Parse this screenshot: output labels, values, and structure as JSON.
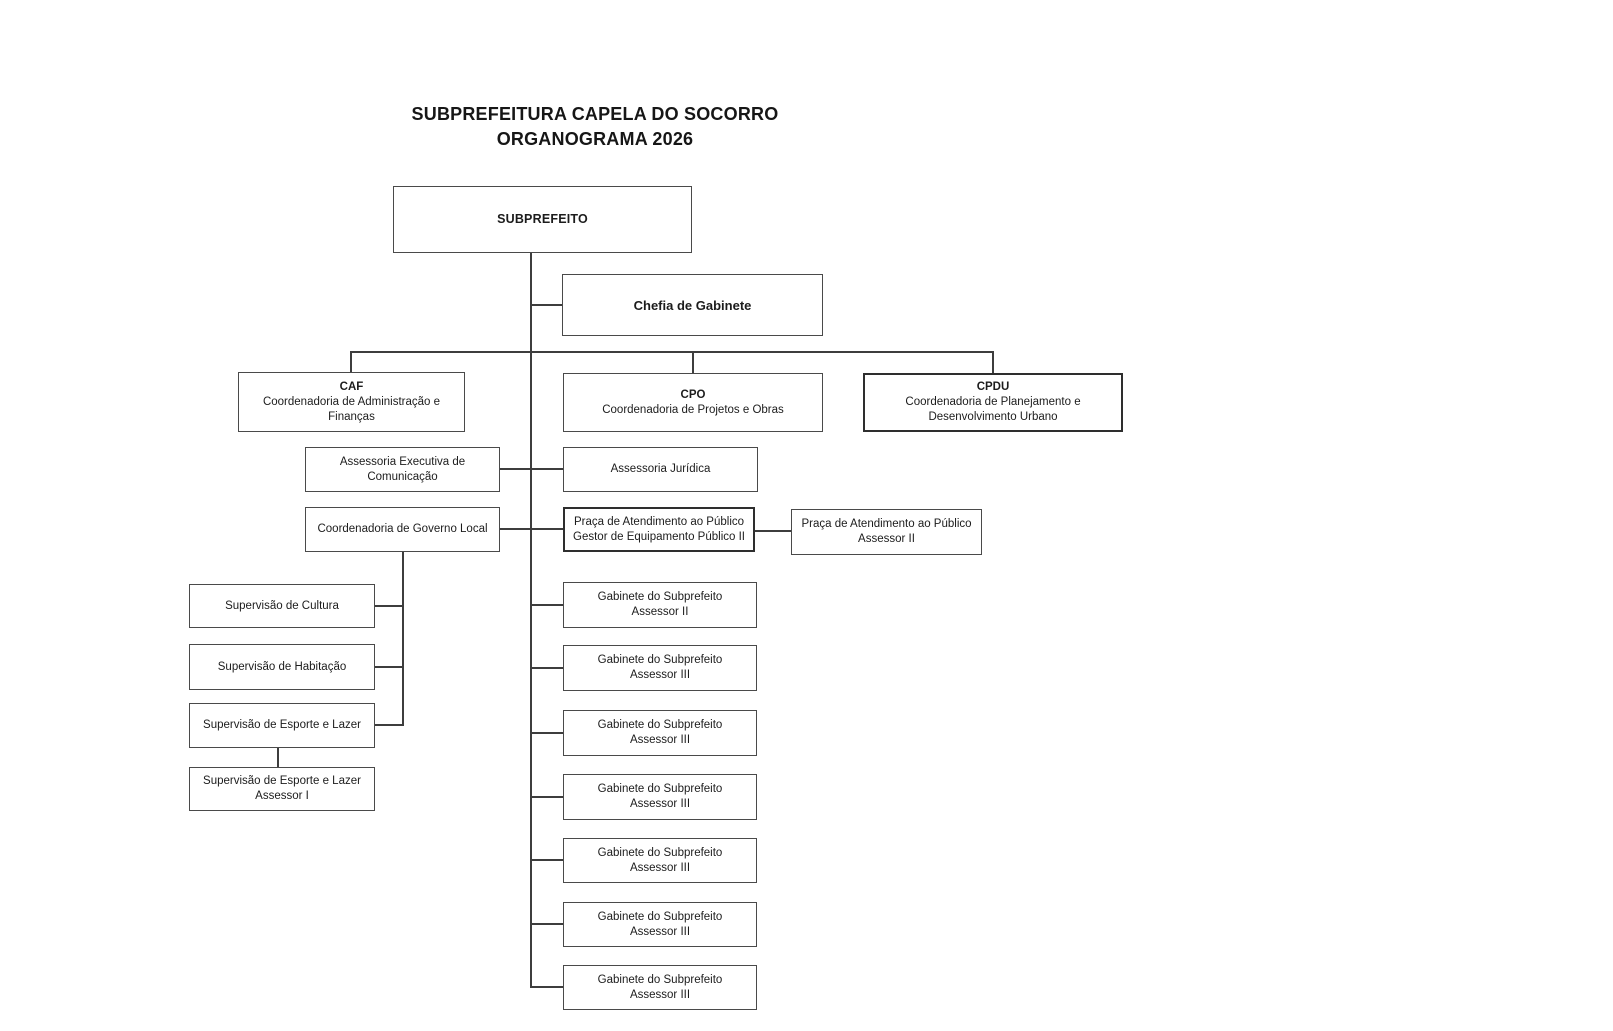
{
  "title": {
    "line1": "SUBPREFEITURA CAPELA DO SOCORRO",
    "line2": "ORGANOGRAMA 2026"
  },
  "colors": {
    "background": "#ffffff",
    "box_border": "#4a4a4a",
    "box_border_heavy": "#2e2e2e",
    "connector_line": "#3d3d3d",
    "text": "#1c1c1c"
  },
  "nodes": {
    "subprefeito": {
      "line1": "SUBPREFEITO"
    },
    "chefia": {
      "line1": "Chefia de Gabinete"
    },
    "caf": {
      "line1": "CAF",
      "line2": "Coordenadoria de Administração e Finanças"
    },
    "cpo": {
      "line1": "CPO",
      "line2": "Coordenadoria de Projetos e Obras"
    },
    "cpdu": {
      "line1": "CPDU",
      "line2": "Coordenadoria de Planejamento e",
      "line3": "Desenvolvimento Urbano"
    },
    "assessoria_comunicacao": {
      "line1": "Assessoria Executiva de",
      "line2": "Comunicação"
    },
    "assessoria_juridica": {
      "line1": "Assessoria Jurídica"
    },
    "governo_local": {
      "line1": "Coordenadoria de Governo Local"
    },
    "praca_gestor": {
      "line1": "Praça de Atendimento ao Público",
      "line2": "Gestor de Equipamento Público II"
    },
    "praca_assessor": {
      "line1": "Praça de Atendimento ao Público",
      "line2": "Assessor II"
    },
    "sup_cultura": {
      "line1": "Supervisão de Cultura"
    },
    "sup_habitacao": {
      "line1": "Supervisão de Habitação"
    },
    "sup_esporte": {
      "line1": "Supervisão de Esporte e Lazer"
    },
    "sup_esporte_assessor": {
      "line1": "Supervisão de Esporte e Lazer",
      "line2": "Assessor I"
    },
    "gabinete": [
      {
        "line1": "Gabinete do Subprefeito",
        "line2": "Assessor II"
      },
      {
        "line1": "Gabinete do Subprefeito",
        "line2": "Assessor III"
      },
      {
        "line1": "Gabinete do Subprefeito",
        "line2": "Assessor III"
      },
      {
        "line1": "Gabinete do Subprefeito",
        "line2": "Assessor III"
      },
      {
        "line1": "Gabinete do Subprefeito",
        "line2": "Assessor III"
      },
      {
        "line1": "Gabinete do Subprefeito",
        "line2": "Assessor III"
      },
      {
        "line1": "Gabinete do Subprefeito",
        "line2": "Assessor III"
      }
    ]
  }
}
